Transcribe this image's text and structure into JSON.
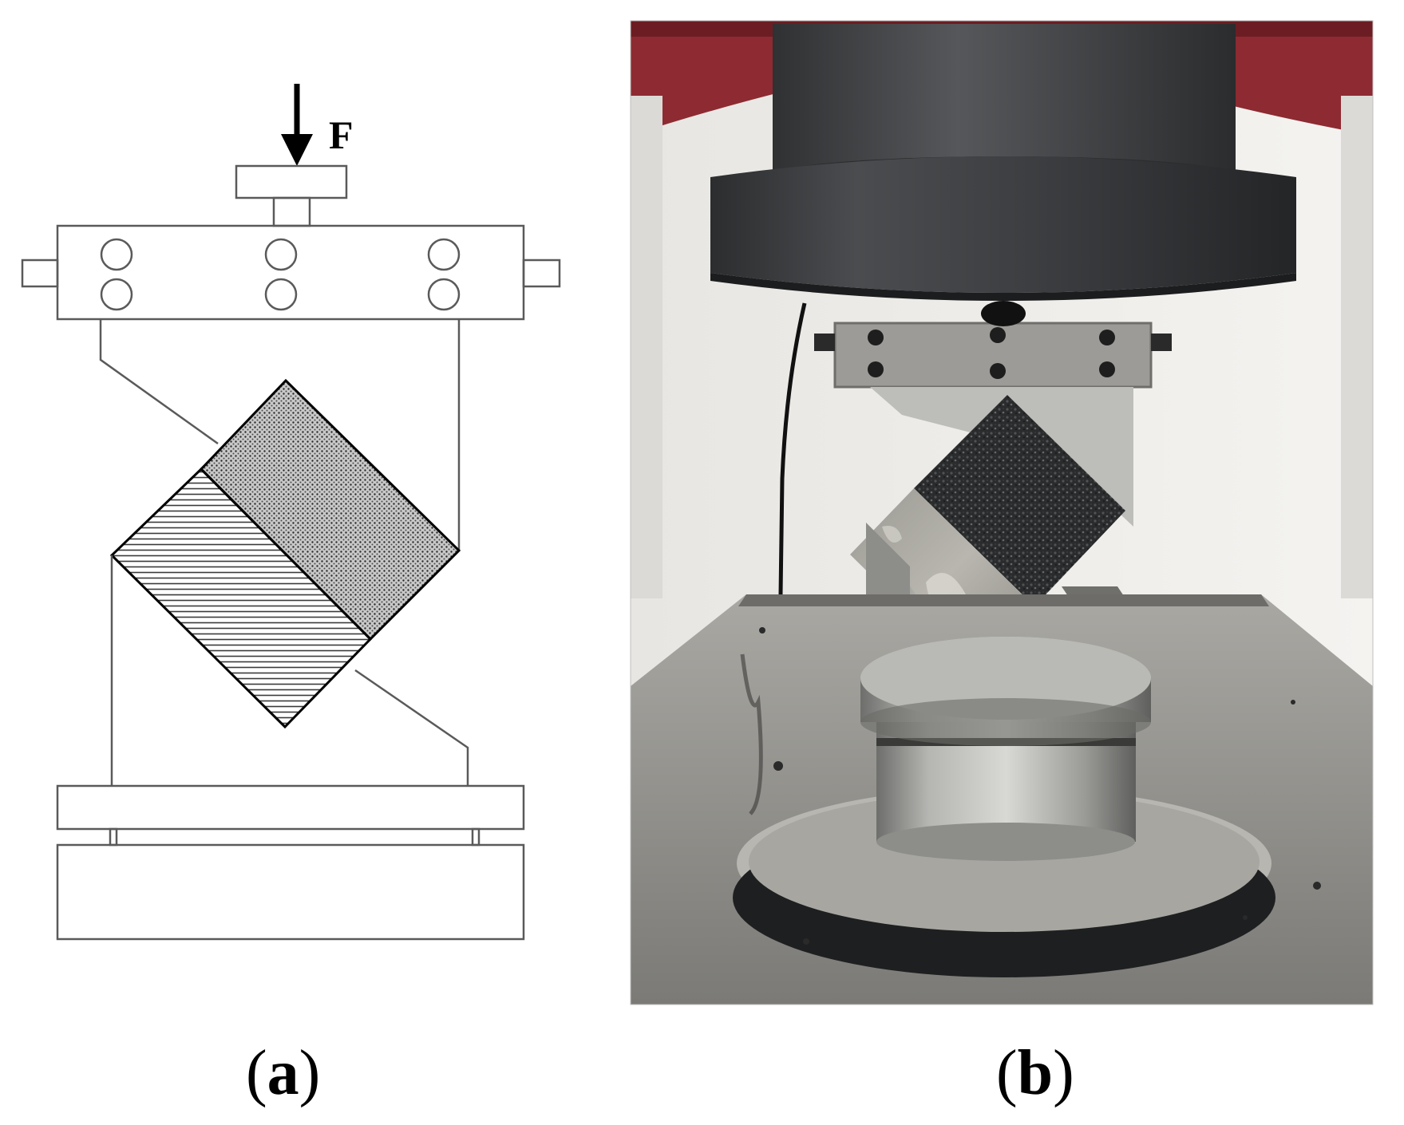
{
  "diagram": {
    "force_label": "F"
  },
  "captions": {
    "a_paren_open": "(",
    "a_letter": "a",
    "a_paren_close": ")",
    "b_paren_open": "(",
    "b_letter": "b",
    "b_paren_close": ")"
  },
  "colors": {
    "line": "#5a5a5a",
    "photo_background": "#8a8a8a",
    "machine_dark": "#3a3c3e",
    "steel": "#9a9a98"
  }
}
